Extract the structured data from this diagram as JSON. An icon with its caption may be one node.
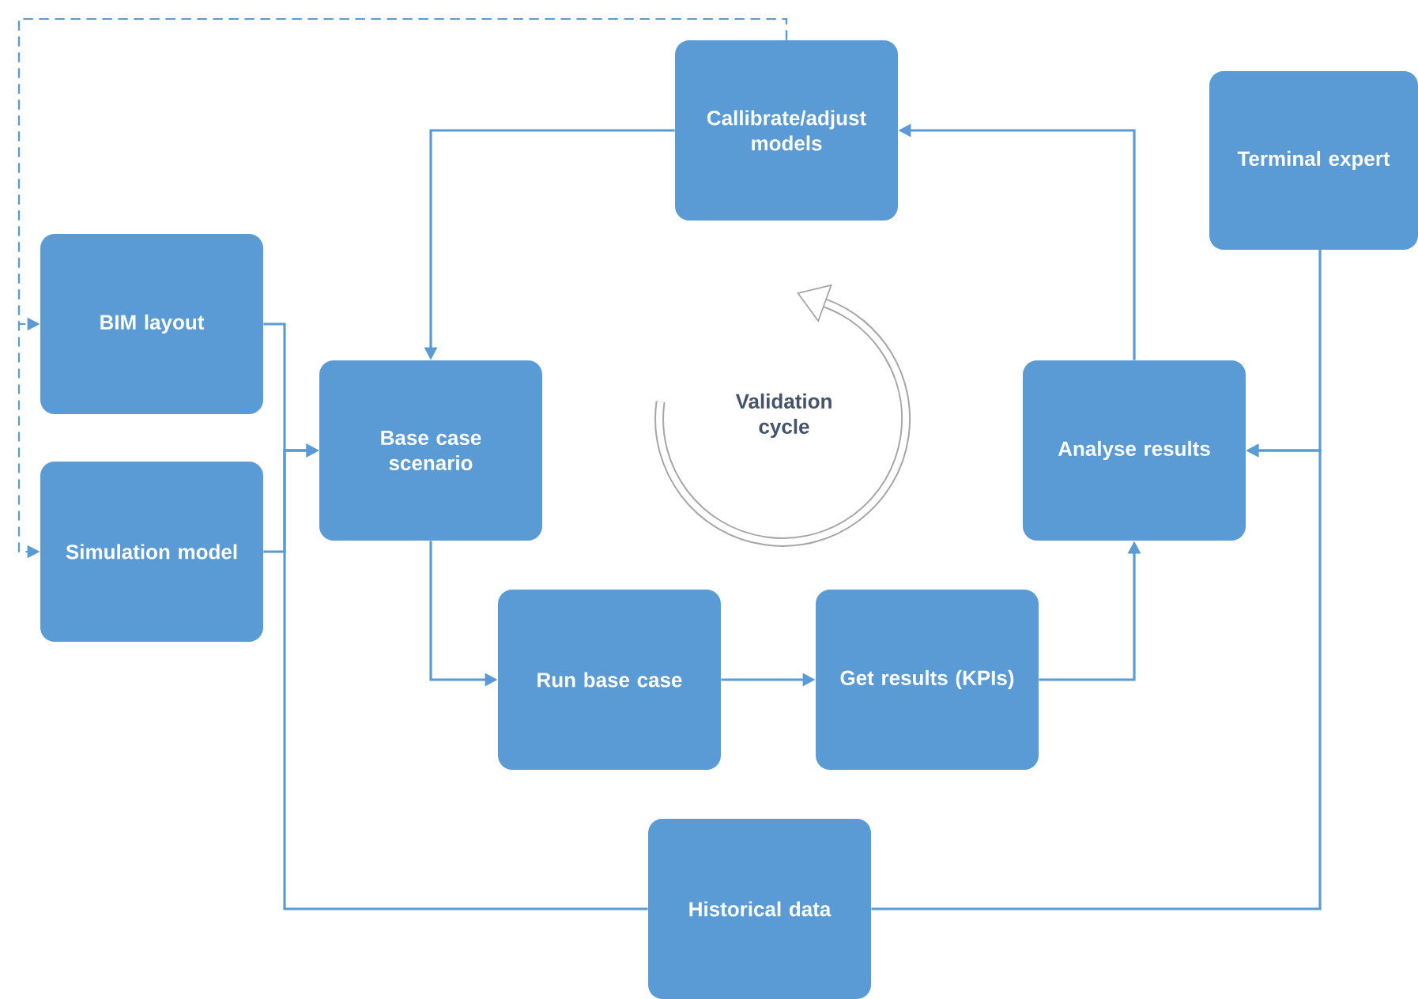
{
  "diagram": {
    "nodes": [
      {
        "text": [
          "Callibrate/adjust models"
        ]
      },
      {
        "text": [
          "Terminal expert"
        ]
      },
      {
        "text": [
          "BIM layout"
        ]
      },
      {
        "text": [
          "Base case scenario"
        ]
      },
      {
        "text": [
          "Analyse results"
        ]
      },
      {
        "text": [
          "Simulation model"
        ]
      },
      {
        "text": [
          "Run base case"
        ]
      },
      {
        "text": [
          "Get results (KPIs)"
        ]
      },
      {
        "text": [
          "Historical data"
        ]
      }
    ],
    "edges": [
      {
        "from": 0,
        "to": 3,
        "arrow": "to"
      },
      {
        "from": 4,
        "to": 0,
        "arrow": "to"
      },
      {
        "from": 0,
        "to": 2,
        "arrow": "to",
        "style": "dashed"
      },
      {
        "from": 0,
        "to": 5,
        "arrow": "to",
        "style": "dashed"
      },
      {
        "from": 2,
        "to": 3,
        "arrow": "to"
      },
      {
        "from": 5,
        "to": 3,
        "arrow": "to"
      },
      {
        "from": 8,
        "to": 3,
        "arrow": "to"
      },
      {
        "from": 3,
        "to": 6,
        "arrow": "to"
      },
      {
        "from": 6,
        "to": 7,
        "arrow": "to"
      },
      {
        "from": 7,
        "to": 4,
        "arrow": "to"
      },
      {
        "from": 1,
        "to": 4,
        "arrow": "to"
      },
      {
        "from": 8,
        "to": 4,
        "arrow": "to"
      }
    ],
    "labels": [
      "Validation cycle"
    ]
  }
}
